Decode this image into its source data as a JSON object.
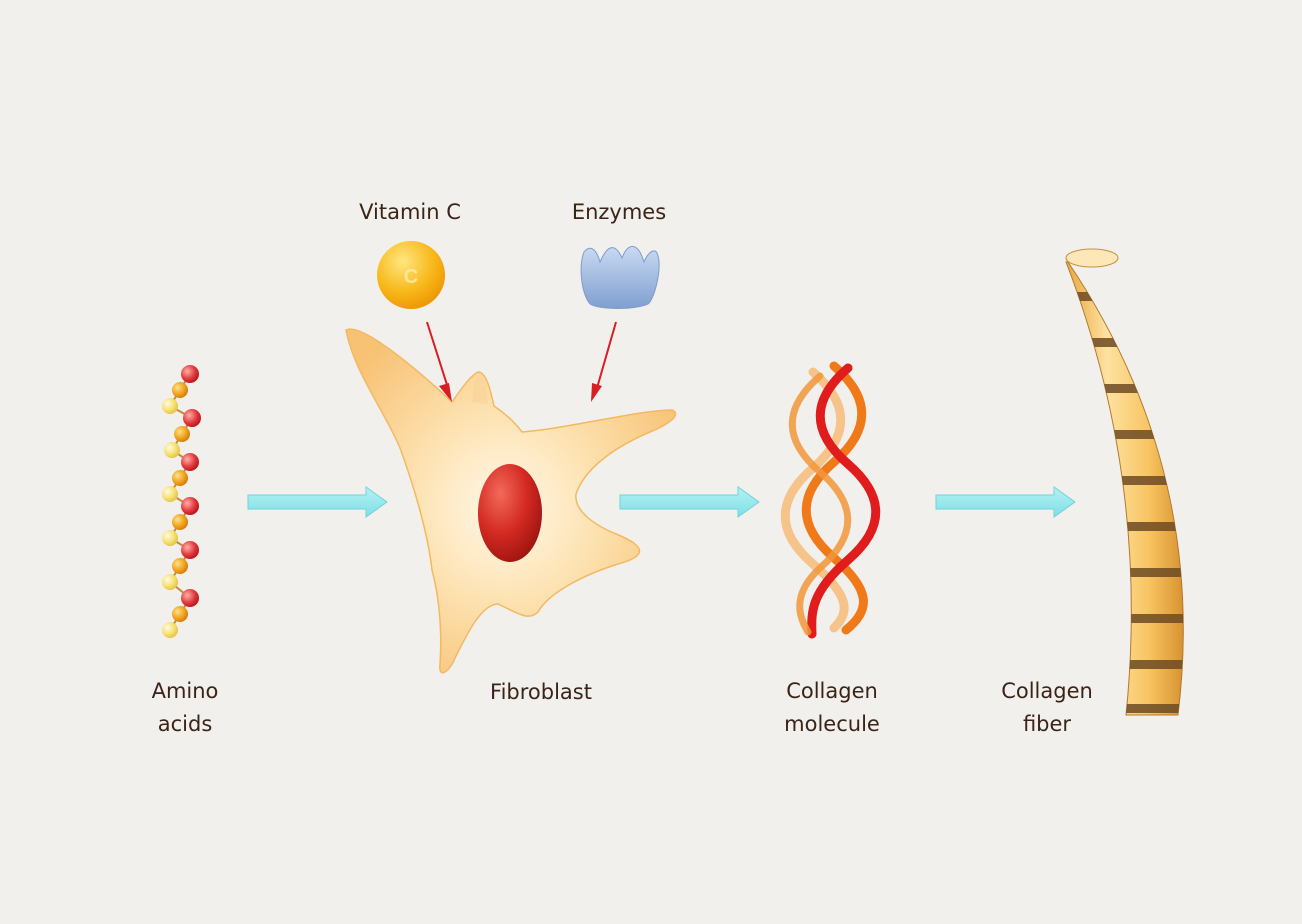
{
  "labels": {
    "vitamin_c": "Vitamin C",
    "enzymes": "Enzymes",
    "amino_acids": [
      "Amino",
      "acids"
    ],
    "fibroblast": "Fibroblast",
    "collagen_molecule": [
      "Collagen",
      "molecule"
    ],
    "collagen_fiber": [
      "Collagen",
      "fiber"
    ],
    "vitamin_c_badge": "C"
  },
  "colors": {
    "background": "#f2f0ed",
    "text": "#3a2418",
    "process_arrow": "#8fe8ec",
    "pointer_arrow": "#d81e22",
    "amino_red": "#e23a3e",
    "amino_orange": "#f0a21c",
    "amino_yellow": "#f6e070",
    "cell_body": "#fbd08a",
    "nucleus": "#d42a22",
    "vitamin_c": "#f7b81a",
    "enzyme": "#8fb0dc",
    "helix_red": "#e01c1c",
    "helix_orange": "#f07a1a",
    "helix_peach": "#f6c48a",
    "fiber_light": "#fcd37a",
    "fiber_band": "#6e4a24"
  },
  "icons": {
    "vitamin_c": "vitamin-c-sphere-icon",
    "enzyme": "enzyme-icon",
    "amino_chain": "amino-acid-chain-icon",
    "fibroblast": "fibroblast-cell-icon",
    "collagen_helix": "triple-helix-icon",
    "collagen_fiber": "banded-fiber-icon"
  }
}
